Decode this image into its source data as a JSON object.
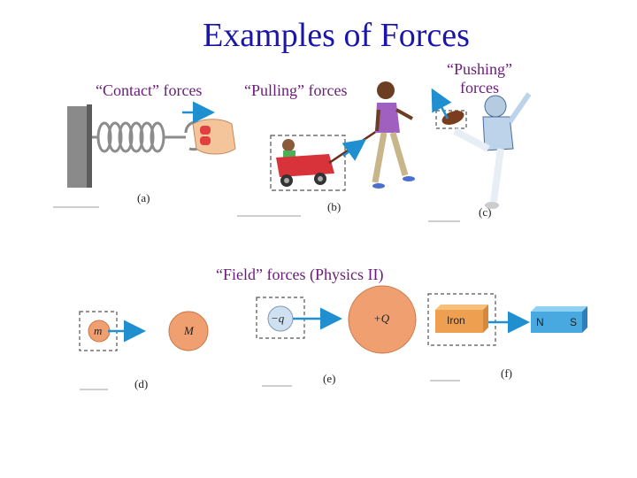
{
  "title": "Examples of Forces",
  "labels": {
    "contact": "“Contact” forces",
    "pulling": "“Pulling” forces",
    "pushing_line1": "“Pushing”",
    "pushing_line2": "forces",
    "field": "“Field” forces (Physics II)"
  },
  "panels": {
    "a": "(a)",
    "b": "(b)",
    "c_top": "(c)",
    "d": "(d)",
    "e": "(e)",
    "f": "(f)"
  },
  "field_bodies": {
    "m": "m",
    "M": "M",
    "neg_q": "−q",
    "pos_Q": "+Q",
    "iron": "Iron",
    "magnet_N": "N",
    "magnet_S": "S"
  },
  "colors": {
    "title": "#1a16a8",
    "label": "#6a1b7a",
    "arrow": "#1f8fd0",
    "sphere": "#f0a070"
  }
}
